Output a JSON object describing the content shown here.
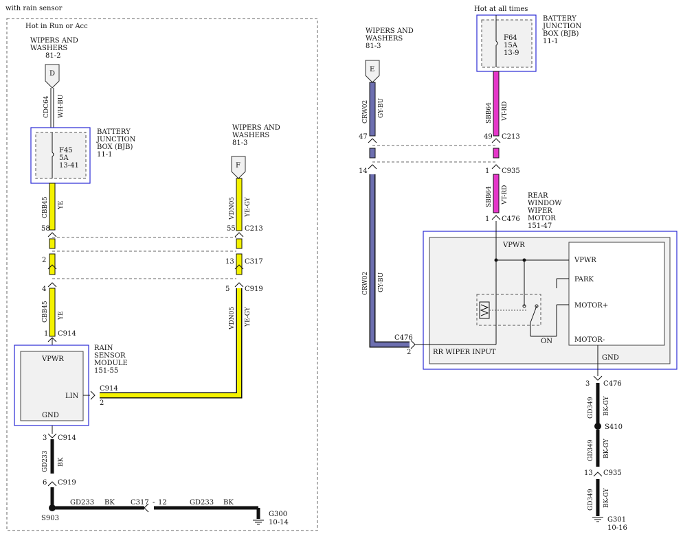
{
  "colors": {
    "yellow": "#f4f200",
    "magenta": "#e536c9",
    "blue_gray": "#6d6fb0",
    "module_border": "#2a2ad4",
    "black_wire": "#111111"
  },
  "left": {
    "variant_label": "with rain sensor",
    "power_label": "Hot in Run or Acc",
    "wipers_top": {
      "title1": "WIPERS AND",
      "title2": "WASHERS",
      "ref": "81-2",
      "conn": "D"
    },
    "wire_cdc": {
      "circuit": "CDC64",
      "color": "WH-BU"
    },
    "bjb": {
      "title1": "BATTERY",
      "title2": "JUNCTION",
      "title3": "BOX (BJB)",
      "ref": "11-1",
      "fuse": "F45",
      "amp": "5A",
      "loc": "13-41"
    },
    "wire_cbb_top": {
      "circuit": "CBB45",
      "color": "YE"
    },
    "pin_58": "58",
    "pin_2": "2",
    "pin_4": "4",
    "wire_cbb_bottom": {
      "circuit": "CBB45",
      "color": "YE"
    },
    "c914_pin1": "1",
    "c914_label": "C914",
    "rsm": {
      "title1": "RAIN",
      "title2": "SENSOR",
      "title3": "MODULE",
      "ref": "151-55",
      "vpwr": "VPWR",
      "lin": "LIN",
      "gnd": "GND"
    },
    "lin_conn": "C914",
    "lin_pin": "2",
    "wipers_right": {
      "title1": "WIPERS AND",
      "title2": "WASHERS",
      "ref": "81-3",
      "conn": "F"
    },
    "wire_vdn_top": {
      "circuit": "VDN05",
      "color": "YE-GY"
    },
    "c213_pin": "55",
    "c213_label": "C213",
    "c317_pin": "13",
    "c317_label": "C317",
    "c919_pin": "5",
    "c919_label": "C919",
    "wire_vdn_bottom": {
      "circuit": "VDN05",
      "color": "YE-GY"
    },
    "gnd_c914_pin": "3",
    "gnd_c914_label": "C914",
    "wire_gd233": {
      "circuit": "GD233",
      "color": "BK"
    },
    "c919b_pin": "6",
    "c919b_label": "C919",
    "splice": "S903",
    "bottom_wire_a": {
      "circuit": "GD233",
      "color": "BK"
    },
    "c317b_label": "C317",
    "c317b_pin": "12",
    "bottom_wire_b": {
      "circuit": "GD233",
      "color": "BK"
    },
    "ground": {
      "id": "G300",
      "ref": "10-14"
    }
  },
  "right": {
    "power_label": "Hot at all times",
    "bjb": {
      "title1": "BATTERY",
      "title2": "JUNCTION",
      "title3": "BOX (BJB)",
      "ref": "11-1",
      "fuse": "F64",
      "amp": "15A",
      "loc": "13-9"
    },
    "wipers": {
      "title1": "WIPERS AND",
      "title2": "WASHERS",
      "ref": "81-3",
      "conn": "E"
    },
    "wire_crw_top": {
      "circuit": "CRW02",
      "color": "GY-BU"
    },
    "wire_sbb_top": {
      "circuit": "SBB64",
      "color": "VT-RD"
    },
    "c213_pin_left": "47",
    "c213_pin_right": "49",
    "c213_label": "C213",
    "c935_pin_left": "14",
    "c935_pin_right": "1",
    "c935_label": "C935",
    "wire_sbb_mid": {
      "circuit": "SBB64",
      "color": "VT-RD"
    },
    "motor": {
      "title1": "REAR",
      "title2": "WINDOW",
      "title3": "WIPER",
      "title4": "MOTOR",
      "ref": "151-47"
    },
    "c476_pin": "1",
    "c476_label": "C476",
    "wire_crw_bottom": {
      "circuit": "CRW02",
      "color": "GY-BU"
    },
    "module": {
      "vpwr_left": "VPWR",
      "vpwr": "VPWR",
      "park": "PARK",
      "motor_plus": "MOTOR+",
      "motor_minus": "MOTOR-",
      "on": "ON",
      "rr_input": "RR WIPER INPUT",
      "gnd": "GND"
    },
    "c476_input_label": "C476",
    "c476_input_pin": "2",
    "gnd_c476_pin": "3",
    "gnd_c476_label": "C476",
    "wire_gd349_a": {
      "circuit": "GD349",
      "color": "BK-GY"
    },
    "splice": "S410",
    "wire_gd349_b": {
      "circuit": "GD349",
      "color": "BK-GY"
    },
    "c935b_pin": "13",
    "c935b_label": "C935",
    "wire_gd349_c": {
      "circuit": "GD349",
      "color": "BK-GY"
    },
    "ground": {
      "id": "G301",
      "ref": "10-16"
    }
  }
}
